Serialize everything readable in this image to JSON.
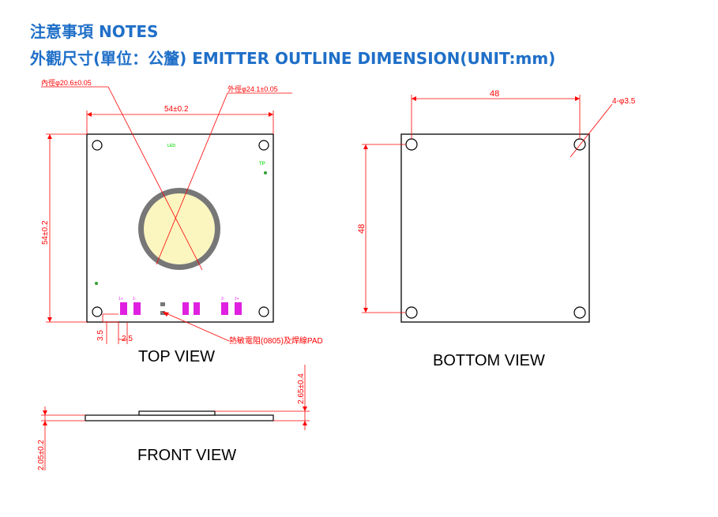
{
  "header": {
    "title_line1": "注意事項  NOTES",
    "title_line2": "外觀尺寸(單位：公釐) EMITTER OUTLINE DIMENSION(UNIT:mm)"
  },
  "top_view": {
    "label": "TOP VIEW",
    "dim_inner": "內徑φ20.6±0.05",
    "dim_outer": "外徑φ24.1±0.05",
    "dim_width": "54±0.2",
    "dim_height": "54±0.2",
    "dim_pad_h": "3.5",
    "dim_pad_w": "2.5",
    "pad_note": "熱敏電阻(0805)及焊線PAD",
    "pad_labels": [
      "1+",
      "1-",
      "2-",
      "2+"
    ],
    "tp_label": "TP",
    "board_mark": "LED"
  },
  "bottom_view": {
    "label": "BOTTOM VIEW",
    "dim_width": "48",
    "dim_height": "48",
    "dim_holes": "4-φ3.5"
  },
  "front_view": {
    "label": "FRONT VIEW",
    "dim_total": "2.65±0.4",
    "dim_board": "2.05±0.2"
  },
  "colors": {
    "title": "#1f6fc8",
    "dimension": "#ff0000",
    "led_fill": "#fbf5c0",
    "led_ring": "#777777",
    "pad": "#e020e0",
    "mark": "#30e030"
  }
}
